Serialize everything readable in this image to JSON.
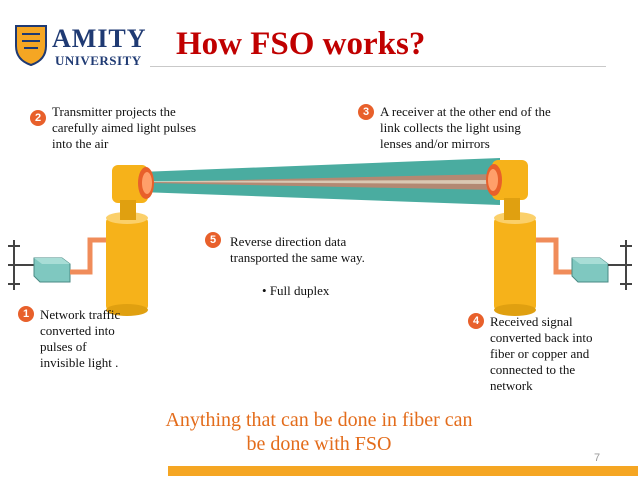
{
  "header": {
    "logo_line1": "AMITY",
    "logo_line2": "UNIVERSITY",
    "title": "How FSO works?"
  },
  "steps": [
    {
      "num": "1",
      "text": "Network traffic\nconverted into\npulses of\ninvisible light ."
    },
    {
      "num": "2",
      "text": "Transmitter projects the\ncarefully aimed light pulses\ninto the air"
    },
    {
      "num": "3",
      "text": "A receiver at the other end of the\nlink collects the light using\nlenses and/or mirrors"
    },
    {
      "num": "4",
      "text": "Received signal\nconverted back into\nfiber or copper and\nconnected to the\nnetwork"
    },
    {
      "num": "5",
      "text": "Reverse direction data\ntransported the same way.",
      "bullet": "Full duplex"
    }
  ],
  "tagline": "Anything that can be done in fiber can\nbe done with FSO",
  "page_number": "7",
  "colors": {
    "title": "#c00000",
    "accent": "#e8602b",
    "tagline": "#e36c1b",
    "beam": "#2a9d8f",
    "beam_return": "#e07a5f",
    "device": "#f6b21a",
    "bar": "#f5a623"
  }
}
